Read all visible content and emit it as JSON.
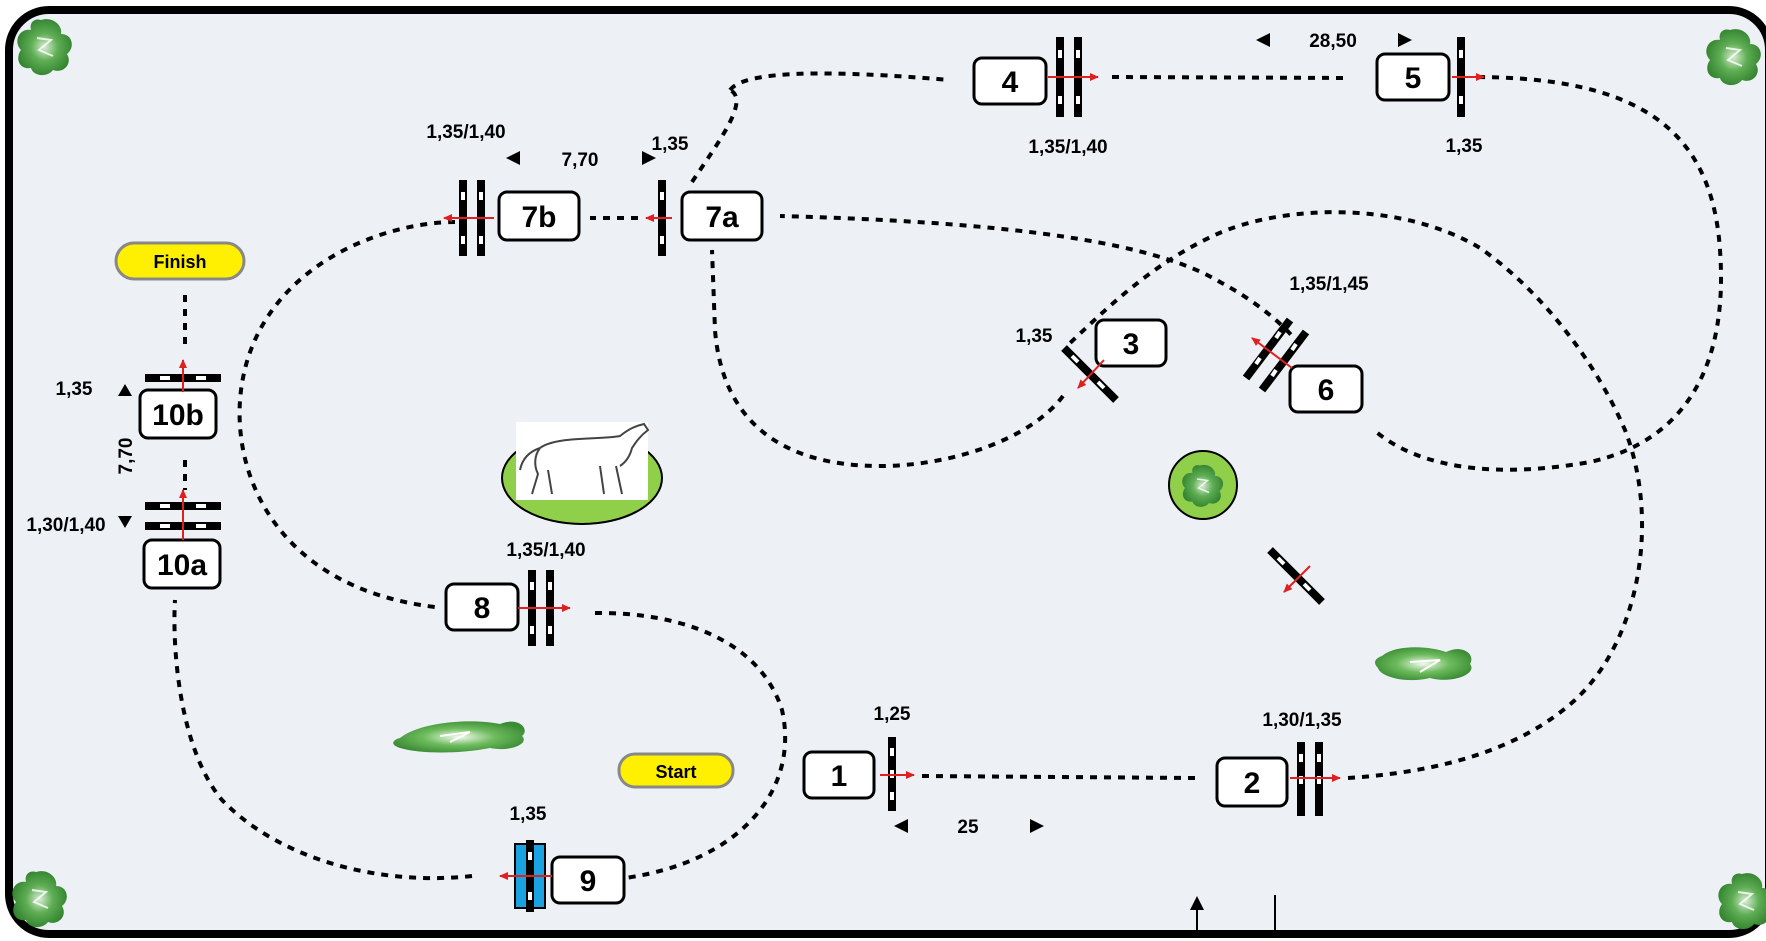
{
  "course": {
    "colors": {
      "arena_bg": "#edf1f6",
      "border": "#000000",
      "path": "#000000",
      "arrow": "#e02020",
      "badge_fill": "#ffef00",
      "grass": "#8fcf4a",
      "tree": "#3f9a3a"
    },
    "badges": {
      "finish": "Finish",
      "start": "Start"
    },
    "obstacles": [
      {
        "id": "1",
        "label": "1",
        "height": "1,25"
      },
      {
        "id": "2",
        "label": "2",
        "height": "1,30/1,35"
      },
      {
        "id": "3",
        "label": "3",
        "height": "1,35"
      },
      {
        "id": "4",
        "label": "4",
        "height": "1,35/1,40"
      },
      {
        "id": "5",
        "label": "5",
        "height": "1,35"
      },
      {
        "id": "6",
        "label": "6",
        "height": "1,35/1,45"
      },
      {
        "id": "7a",
        "label": "7a",
        "height": "1,35"
      },
      {
        "id": "7b",
        "label": "7b",
        "height": "1,35/1,40"
      },
      {
        "id": "8",
        "label": "8",
        "height": "1,35/1,40"
      },
      {
        "id": "9",
        "label": "9",
        "height": "1,35"
      },
      {
        "id": "10a",
        "label": "10a",
        "height": "1,30/1,40"
      },
      {
        "id": "10b",
        "label": "10b",
        "height": "1,35"
      }
    ],
    "distances": [
      {
        "id": "d-4-5",
        "value": "28,50"
      },
      {
        "id": "d-7b-7a",
        "value": "7,70"
      },
      {
        "id": "d-1-2",
        "value": "25"
      },
      {
        "id": "d-10a-10b",
        "value": "7,70"
      }
    ],
    "icons": [
      "tree-icon",
      "bush-icon",
      "horse-icon",
      "entrance-arrow-icon"
    ]
  }
}
